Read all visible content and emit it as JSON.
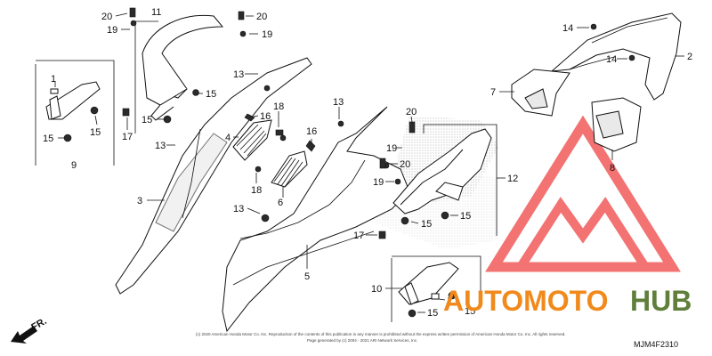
{
  "diagram": {
    "callouts": {
      "c1": "20",
      "c2": "11",
      "c3": "20",
      "c4": "19",
      "c5": "19",
      "c6": "1",
      "c7": "15",
      "c8": "15",
      "c9": "9",
      "c10": "13",
      "c11": "15",
      "c12": "15",
      "c13": "17",
      "c14": "4",
      "c15": "16",
      "c16": "18",
      "c17": "13",
      "c18": "16",
      "c19": "18",
      "c20": "6",
      "c21": "3",
      "c22": "13",
      "c23": "5",
      "c24": "13",
      "c25": "20",
      "c26": "19",
      "c27": "20",
      "c28": "19",
      "c29": "12",
      "c30": "15",
      "c31": "15",
      "c32": "17",
      "c33": "10",
      "c34": "1",
      "c35": "15",
      "c36": "15",
      "c37": "14",
      "c38": "14",
      "c39": "2",
      "c40": "7",
      "c41": "8"
    },
    "direction_label": "FR.",
    "part_code": "MJM4F2310",
    "copyright_line1": "(c) 2020 American Honda Motor Co. Inc. Reproduction of the contents of this publication in any manner is prohibited without the express written permission of American Honda Motor Co. Inc. All rights reserved.",
    "copyright_line2": "Page generated by (c) 2004 - 2021 ARI Network Services, Inc."
  },
  "watermark": {
    "text_auto": "AUTOMOTO",
    "text_hub": "HUB",
    "color_logo": "#ef4444",
    "color_auto": "#f08a1c",
    "color_hub": "#5f7f3a"
  }
}
